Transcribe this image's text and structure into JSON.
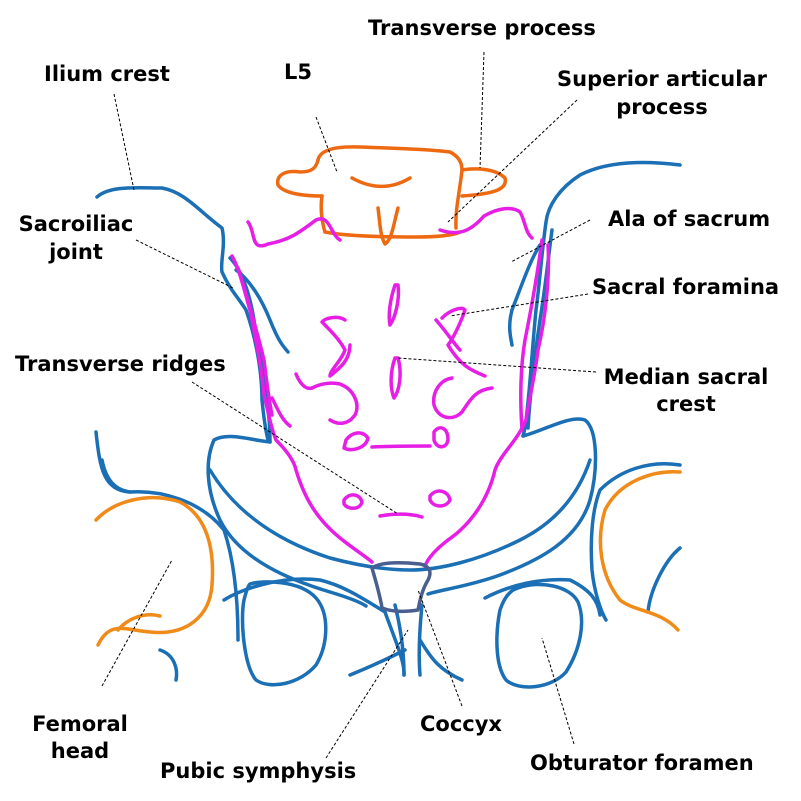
{
  "colors": {
    "pelvis": "#1a6fb5",
    "sacrum": "#e61ee6",
    "l5": "#ee6a12",
    "femoral_head": "#f08a18",
    "coccyx": "#4a5f8f",
    "label": "#000000"
  },
  "labels": {
    "transverse_process": "Transverse process",
    "l5": "L5",
    "ilium_crest": "Ilium crest",
    "superior_articular_line1": "Superior articular",
    "superior_articular_line2": "process",
    "sacroiliac_line1": "Sacroiliac",
    "sacroiliac_line2": "joint",
    "ala_of_sacrum": "Ala of sacrum",
    "sacral_foramina": "Sacral foramina",
    "transverse_ridges": "Transverse ridges",
    "median_sacral_line1": "Median sacral",
    "median_sacral_line2": "crest",
    "femoral_head_line1": "Femoral",
    "femoral_head_line2": "head",
    "coccyx": "Coccyx",
    "pubic_symphysis": "Pubic symphysis",
    "obturator_foramen": "Obturator foramen"
  }
}
